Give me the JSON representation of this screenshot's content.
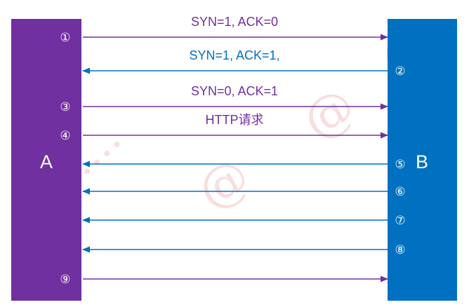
{
  "colors": {
    "host_a": "#7030a0",
    "host_b": "#0070c0",
    "arrow_a_to_b": "#7030a0",
    "arrow_b_to_a": "#0070c0",
    "label_a_to_b": "#7030a0",
    "label_b_to_a": "#0070c0",
    "host_text": "#ffffff",
    "watermark": "#f2c4c4"
  },
  "hosts": {
    "a": {
      "label": "A"
    },
    "b": {
      "label": "B"
    }
  },
  "messages": [
    {
      "step": "①",
      "direction": "A_to_B",
      "label": "SYN=1, ACK=0"
    },
    {
      "step": "②",
      "direction": "B_to_A",
      "label": "SYN=1, ACK=1,"
    },
    {
      "step": "③",
      "direction": "A_to_B",
      "label": "SYN=0, ACK=1"
    },
    {
      "step": "④",
      "direction": "A_to_B",
      "label": "HTTP请求"
    },
    {
      "step": "⑤",
      "direction": "B_to_A",
      "label": ""
    },
    {
      "step": "⑥",
      "direction": "B_to_A",
      "label": ""
    },
    {
      "step": "⑦",
      "direction": "B_to_A",
      "label": ""
    },
    {
      "step": "⑧",
      "direction": "B_to_A",
      "label": ""
    },
    {
      "step": "⑨",
      "direction": "A_to_B",
      "label": ""
    }
  ]
}
